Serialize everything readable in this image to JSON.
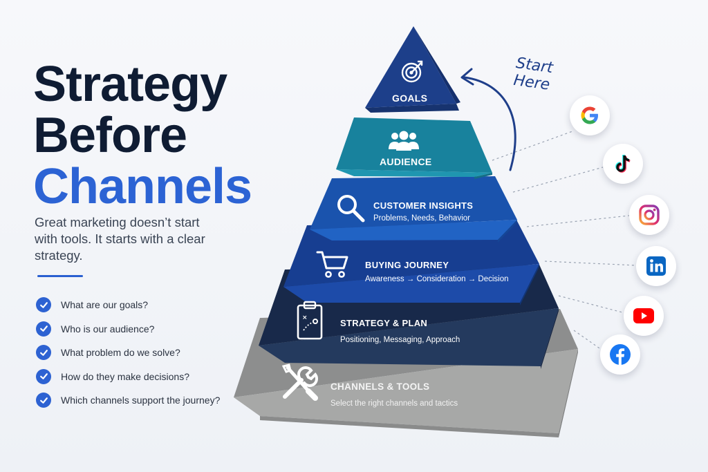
{
  "title": {
    "line1": "Strategy",
    "line2": "Before",
    "line3": "Channels"
  },
  "subtitle": "Great marketing doesn’t start with tools. It starts with a clear strategy.",
  "checklist": [
    "What are our goals?",
    "Who is our audience?",
    "What problem do we solve?",
    "How do they make decisions?",
    "Which channels support the journey?"
  ],
  "pyramid": {
    "goals": {
      "title": "GOALS",
      "icon": "target-icon"
    },
    "audience": {
      "title": "AUDIENCE",
      "icon": "people-icon"
    },
    "insights": {
      "title": "CUSTOMER INSIGHTS",
      "subtitle": "Problems, Needs, Behavior",
      "icon": "magnifier-icon"
    },
    "journey": {
      "title": "BUYING JOURNEY",
      "subtitle": "Awareness → Consideration → Decision",
      "icon": "cart-icon"
    },
    "strategy": {
      "title": "STRATEGY & PLAN",
      "subtitle": "Positioning, Messaging, Approach",
      "icon": "clipboard-plan-icon"
    },
    "channels": {
      "title": "CHANNELS & TOOLS",
      "subtitle": "Select the right channels and tactics",
      "icon": "tools-icon"
    }
  },
  "annotation": {
    "line1": "Start",
    "line2": "Here"
  },
  "social_icons": [
    "google-icon",
    "tiktok-icon",
    "instagram-icon",
    "linkedin-icon",
    "youtube-icon",
    "facebook-icon"
  ],
  "colors": {
    "heading": "#0f1c33",
    "accent": "#2c63d4",
    "goals": "#1b3c86",
    "audience": "#1f93ad",
    "insights": "#1f5fbf",
    "journey": "#1c4aa8",
    "strategy": "#223656",
    "channels": "#a8a8a6"
  }
}
